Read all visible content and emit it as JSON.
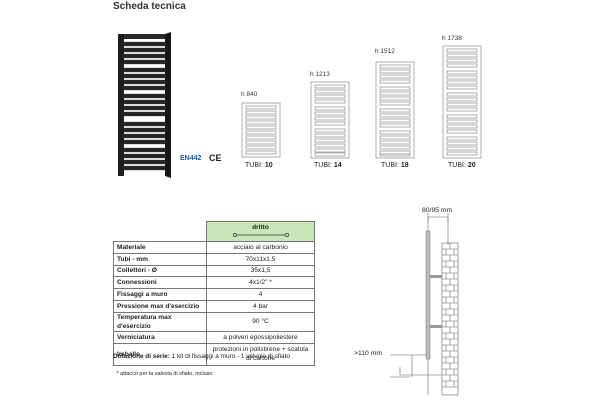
{
  "page_title": "Scheda tecnica",
  "certification": "EN442",
  "ce_mark": "CE",
  "variants": [
    {
      "height_label": "h 840",
      "tubi_prefix": "TUBI:",
      "tubi_value": "10"
    },
    {
      "height_label": "h 1213",
      "tubi_prefix": "TUBI:",
      "tubi_value": "14"
    },
    {
      "height_label": "h 1512",
      "tubi_prefix": "TUBI:",
      "tubi_value": "18"
    },
    {
      "height_label": "h 1738",
      "tubi_prefix": "TUBI:",
      "tubi_value": "20"
    }
  ],
  "spec_table": {
    "column_header": "dritto",
    "rows": [
      {
        "label": "Materiale",
        "value": "acciaio al carbonio"
      },
      {
        "label": "Tubi - mm",
        "value": "70x11x1,5"
      },
      {
        "label": "Collettori - Ø",
        "value": "35x1,5"
      },
      {
        "label": "Connessioni",
        "value": "4x1/2\" *"
      },
      {
        "label": "Fissaggi a muro",
        "value": "4"
      },
      {
        "label": "Pressione max d'esercizio",
        "value": "4 bar"
      },
      {
        "label": "Temperatura max d'esercizio",
        "value": "90 °C"
      },
      {
        "label": "Verniciatura",
        "value": "a polveri epossipoliestere"
      },
      {
        "label": "Imballo",
        "value": "protezioni in polistirene + scatola di cartone"
      }
    ],
    "footnote": "* attacco per la valvola di sfiato, incluso"
  },
  "dotazione": {
    "label": "Dotazione di serie:",
    "text": "1 kit di fissaggi a muro - 1 valvola di sfiato"
  },
  "dimension_drawing": {
    "top_dimension": "80/95 mm",
    "bottom_dimension": ">110 mm"
  },
  "colors": {
    "radiator_black": "#1e1e1e",
    "header_green": "#c8e6b8",
    "line_gray": "#777777"
  }
}
